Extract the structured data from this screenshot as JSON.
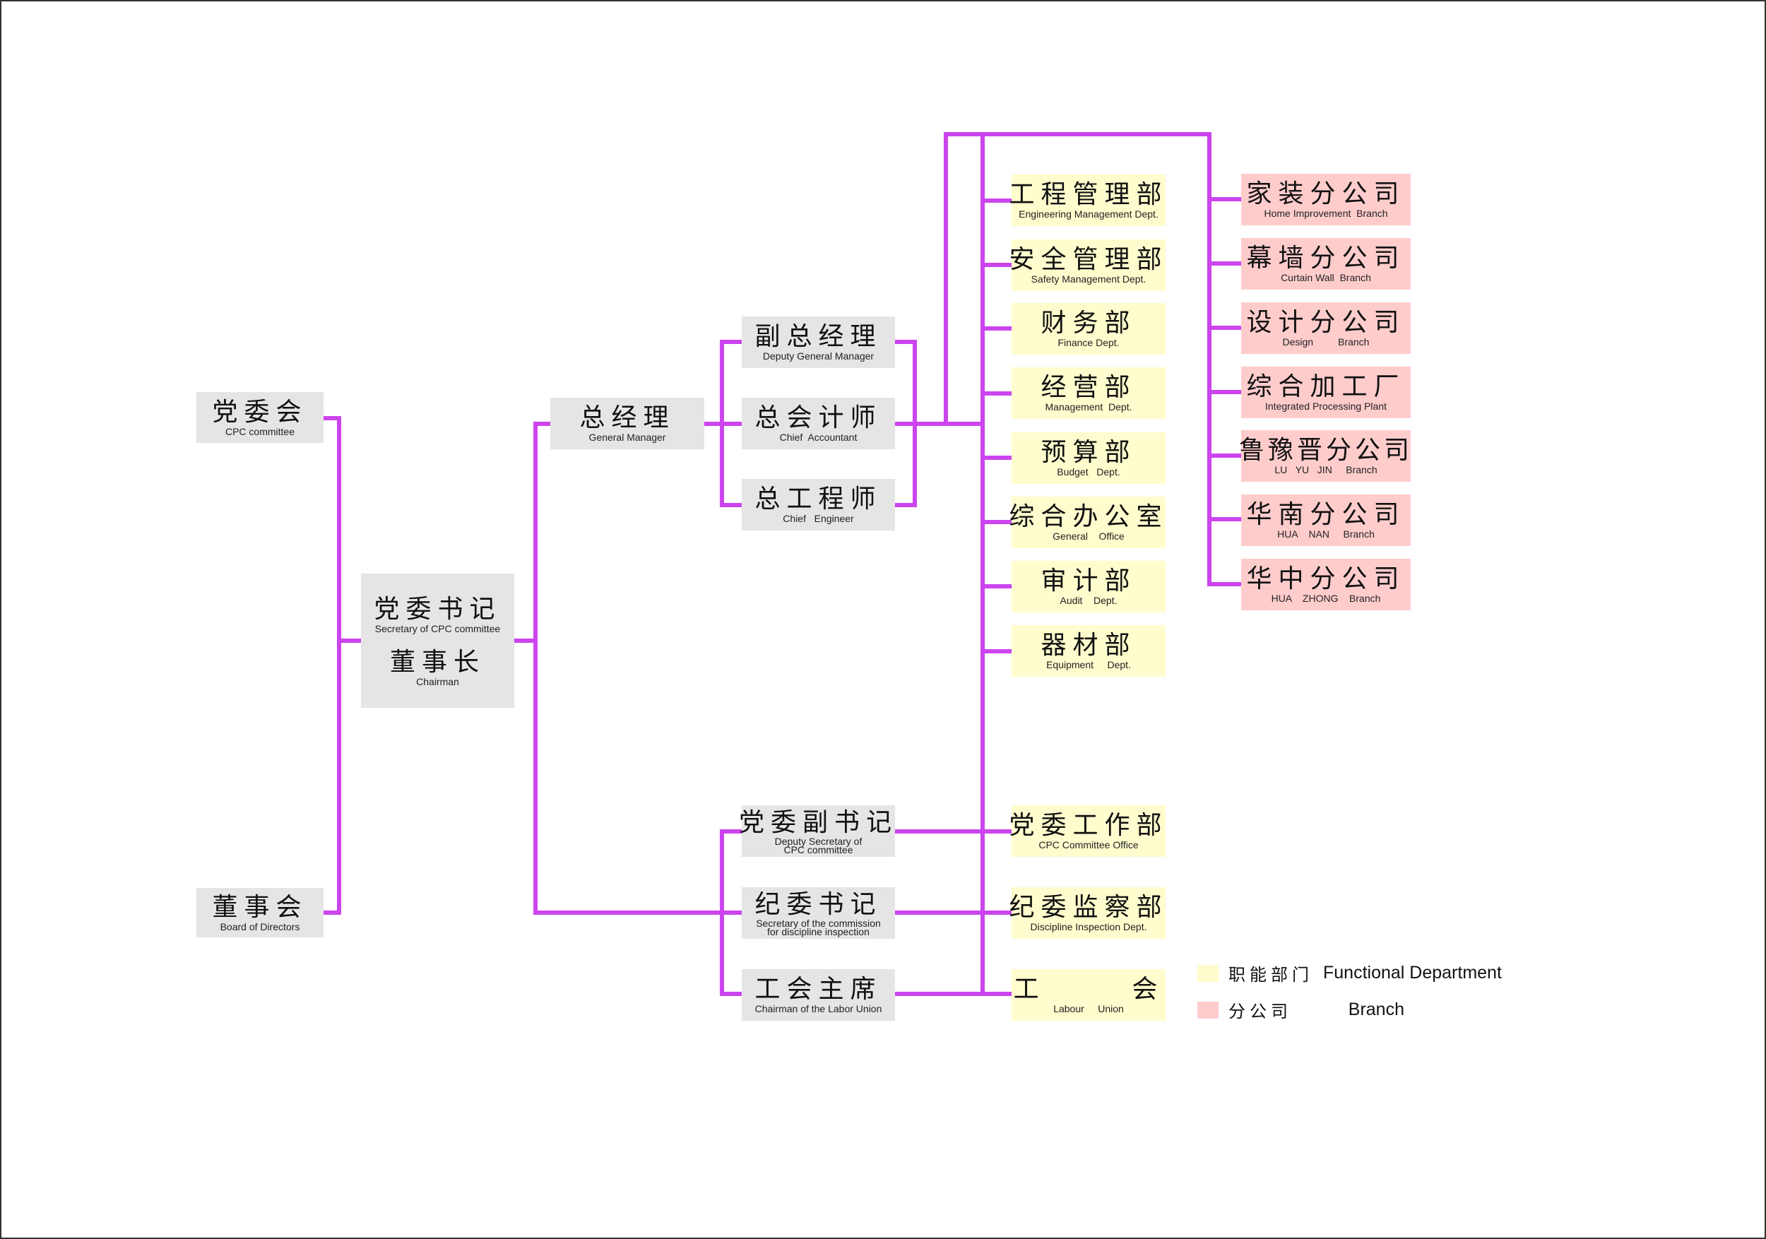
{
  "chart_data": {
    "type": "org-chart",
    "title": "",
    "line_color": "#cc44ee",
    "colors": {
      "leadership": "#e5e5e5",
      "functional_department": "#fffccd",
      "branch": "#ffcccc"
    },
    "nodes": {
      "cpc_committee": {
        "zh": "党委会",
        "en": "CPC committee",
        "category": "leadership"
      },
      "board": {
        "zh": "董事会",
        "en": "Board of Directors",
        "category": "leadership"
      },
      "secretary": {
        "zh": "党委书记",
        "en": "Secretary of CPC committee",
        "category": "leadership"
      },
      "chairman": {
        "zh": "董事长",
        "en": "Chairman",
        "category": "leadership"
      },
      "general_manager": {
        "zh": "总经理",
        "en": "General Manager",
        "category": "leadership"
      },
      "deputy_gm": {
        "zh": "副总经理",
        "en": "Deputy General Manager",
        "category": "leadership"
      },
      "chief_accountant": {
        "zh": "总会计师",
        "en": "Chief  Accountant",
        "category": "leadership"
      },
      "chief_engineer": {
        "zh": "总工程师",
        "en": "Chief   Engineer",
        "category": "leadership"
      },
      "deputy_secretary": {
        "zh": "党委副书记",
        "en": "Deputy Secretary of\nCPC committee",
        "category": "leadership"
      },
      "discipline_secretary": {
        "zh": "纪委书记",
        "en": "Secretary of the commission\nfor discipline inspection",
        "category": "leadership"
      },
      "union_chairman": {
        "zh": "工会主席",
        "en": "Chairman of the Labor Union",
        "category": "leadership"
      }
    },
    "departments": [
      {
        "zh": "工程管理部",
        "en": "Engineering Management Dept."
      },
      {
        "zh": "安全管理部",
        "en": "Safety Management Dept."
      },
      {
        "zh": "财务部",
        "en": "Finance Dept."
      },
      {
        "zh": "经营部",
        "en": "Management  Dept."
      },
      {
        "zh": "预算部",
        "en": "Budget   Dept."
      },
      {
        "zh": "综合办公室",
        "en": "General    Office"
      },
      {
        "zh": "审计部",
        "en": "Audit    Dept."
      },
      {
        "zh": "器材部",
        "en": "Equipment     Dept."
      }
    ],
    "lower_departments": [
      {
        "zh": "党委工作部",
        "en": "CPC Committee Office"
      },
      {
        "zh": "纪委监察部",
        "en": "Discipline Inspection Dept."
      },
      {
        "zh": "工      会",
        "en": "Labour     Union"
      }
    ],
    "branches": [
      {
        "zh": "家装分公司",
        "en": "Home Improvement  Branch"
      },
      {
        "zh": "幕墙分公司",
        "en": "Curtain Wall  Branch"
      },
      {
        "zh": "设计分公司",
        "en": "Design         Branch"
      },
      {
        "zh": "综合加工厂",
        "en": "Integrated Processing Plant"
      },
      {
        "zh": "鲁豫晋分公司",
        "en": "LU   YU   JIN     Branch"
      },
      {
        "zh": "华南分公司",
        "en": "HUA    NAN     Branch"
      },
      {
        "zh": "华中分公司",
        "en": "HUA    ZHONG    Branch"
      }
    ],
    "edges": [
      [
        "cpc_committee",
        "secretary"
      ],
      [
        "board",
        "secretary"
      ],
      [
        "secretary",
        "general_manager"
      ],
      [
        "secretary",
        "deputy_secretary"
      ],
      [
        "secretary",
        "discipline_secretary"
      ],
      [
        "secretary",
        "union_chairman"
      ],
      [
        "general_manager",
        "deputy_gm"
      ],
      [
        "general_manager",
        "chief_accountant"
      ],
      [
        "general_manager",
        "chief_engineer"
      ],
      [
        "chief_accountant",
        "departments"
      ],
      [
        "chief_accountant",
        "branches"
      ],
      [
        "deputy_secretary",
        "lower_departments.0"
      ],
      [
        "discipline_secretary",
        "lower_departments.1"
      ],
      [
        "union_chairman",
        "lower_departments.2"
      ]
    ],
    "legend": [
      {
        "zh": "职能部门",
        "en": "Functional Department",
        "category": "functional_department"
      },
      {
        "zh": "分公司",
        "en": "    Branch",
        "category": "branch"
      }
    ],
    "legend_position": "bottom-right"
  }
}
